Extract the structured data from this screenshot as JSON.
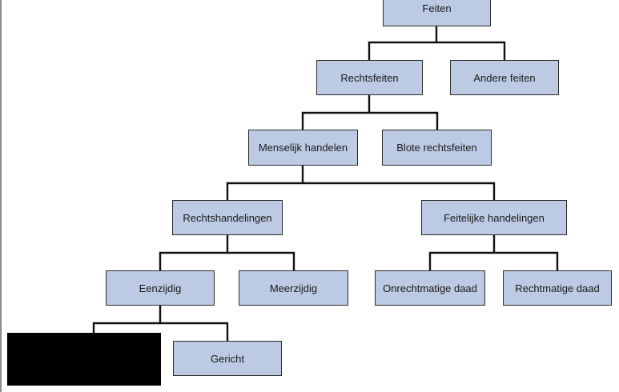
{
  "diagram": {
    "nodes": [
      {
        "id": "feiten",
        "label": "Feiten"
      },
      {
        "id": "rechtsfeiten",
        "label": "Rechtsfeiten"
      },
      {
        "id": "andere-feiten",
        "label": "Andere feiten"
      },
      {
        "id": "menselijk-handelen",
        "label": "Menselijk handelen"
      },
      {
        "id": "blote-rechtsfeiten",
        "label": "Blote rechtsfeiten"
      },
      {
        "id": "rechtshandelingen",
        "label": "Rechtshandelingen"
      },
      {
        "id": "feitelijke-handelingen",
        "label": "Feitelijke handelingen"
      },
      {
        "id": "eenzijdig",
        "label": "Eenzijdig"
      },
      {
        "id": "meerzijdig",
        "label": "Meerzijdig"
      },
      {
        "id": "onrechtmatige-daad",
        "label": "Onrechtmatige daad"
      },
      {
        "id": "rechtmatige-daad",
        "label": "Rechtmatige daad"
      },
      {
        "id": "gericht",
        "label": "Gericht"
      }
    ],
    "edges": [
      [
        "feiten",
        "rechtsfeiten"
      ],
      [
        "feiten",
        "andere-feiten"
      ],
      [
        "rechtsfeiten",
        "menselijk-handelen"
      ],
      [
        "rechtsfeiten",
        "blote-rechtsfeiten"
      ],
      [
        "menselijk-handelen",
        "rechtshandelingen"
      ],
      [
        "menselijk-handelen",
        "feitelijke-handelingen"
      ],
      [
        "rechtshandelingen",
        "eenzijdig"
      ],
      [
        "rechtshandelingen",
        "meerzijdig"
      ],
      [
        "feitelijke-handelingen",
        "onrechtmatige-daad"
      ],
      [
        "feitelijke-handelingen",
        "rechtmatige-daad"
      ],
      [
        "eenzijdig",
        "gericht"
      ]
    ]
  }
}
